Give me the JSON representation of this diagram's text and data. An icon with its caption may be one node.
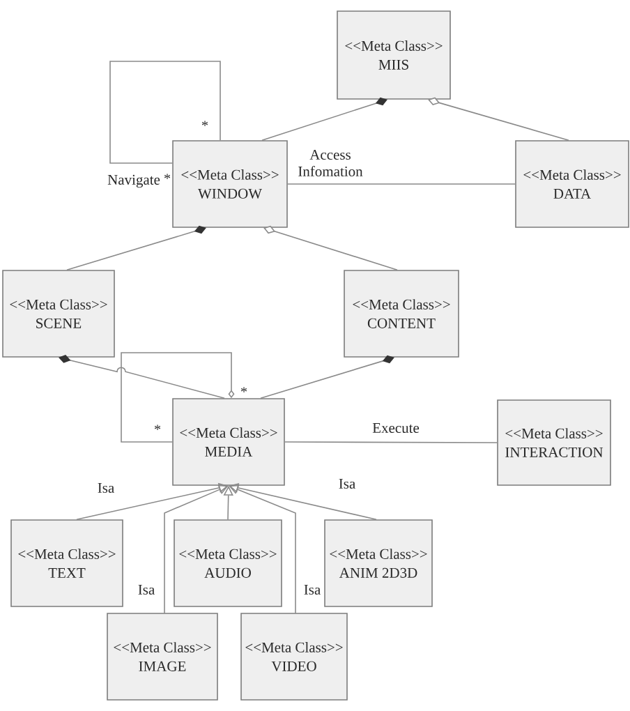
{
  "diagram": {
    "nodes": [
      {
        "text": [
          "<<Meta Class>>",
          "MIIS"
        ]
      },
      {
        "text": [
          "<<Meta Class>>",
          "WINDOW"
        ]
      },
      {
        "text": [
          "<<Meta Class>>",
          "DATA"
        ]
      },
      {
        "text": [
          "<<Meta Class>>",
          "SCENE"
        ]
      },
      {
        "text": [
          "<<Meta Class>>",
          "CONTENT"
        ]
      },
      {
        "text": [
          "<<Meta Class>>",
          "MEDIA"
        ]
      },
      {
        "text": [
          "<<Meta Class>>",
          "INTERACTION"
        ]
      },
      {
        "text": [
          "<<Meta Class>>",
          "TEXT"
        ]
      },
      {
        "text": [
          "<<Meta Class>>",
          "AUDIO"
        ]
      },
      {
        "text": [
          "<<Meta Class>>",
          "ANIM 2D3D"
        ]
      },
      {
        "text": [
          "<<Meta Class>>",
          "IMAGE"
        ]
      },
      {
        "text": [
          "<<Meta Class>>",
          "VIDEO"
        ]
      }
    ],
    "edges": [
      {
        "from": 0,
        "to": 1,
        "arrow": "other"
      },
      {
        "from": 0,
        "to": 2,
        "arrow": "other"
      },
      {
        "from": 1,
        "to": 2,
        "arrow": "none",
        "label": "Access Infomation"
      },
      {
        "from": 1,
        "to": 1,
        "arrow": "none",
        "label": "Navigate"
      },
      {
        "from": 1,
        "to": 3,
        "arrow": "other"
      },
      {
        "from": 1,
        "to": 4,
        "arrow": "other"
      },
      {
        "from": 3,
        "to": 5,
        "arrow": "other"
      },
      {
        "from": 4,
        "to": 5,
        "arrow": "other"
      },
      {
        "from": 5,
        "to": 5,
        "arrow": "other"
      },
      {
        "from": 5,
        "to": 6,
        "arrow": "none",
        "label": "Execute"
      },
      {
        "from": 7,
        "to": 5,
        "arrow": "to",
        "label": "Isa"
      },
      {
        "from": 8,
        "to": 5,
        "arrow": "to"
      },
      {
        "from": 9,
        "to": 5,
        "arrow": "to",
        "label": "Isa"
      },
      {
        "from": 10,
        "to": 5,
        "arrow": "to",
        "label": "Isa"
      },
      {
        "from": 11,
        "to": 5,
        "arrow": "to",
        "label": "Isa"
      }
    ],
    "labels": [
      "*",
      "*",
      "*",
      "*"
    ]
  }
}
